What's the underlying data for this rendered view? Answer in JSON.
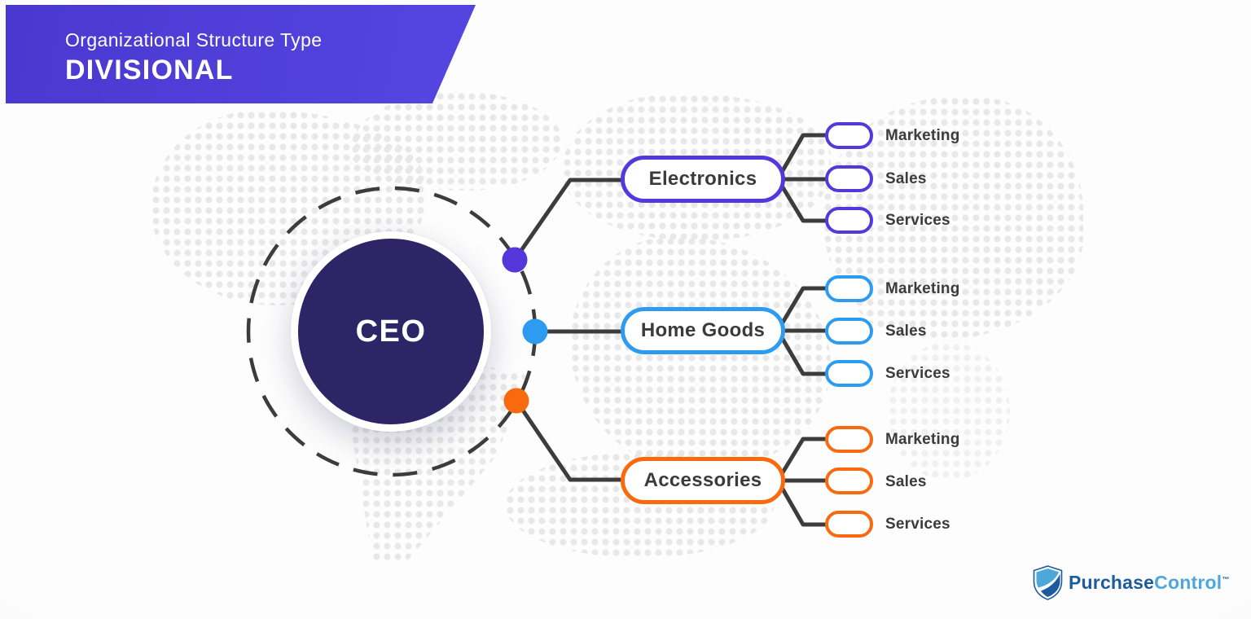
{
  "header": {
    "subtitle": "Organizational Structure Type",
    "title": "DIVISIONAL",
    "background_color": "#4E3BD8"
  },
  "center": {
    "label": "CEO",
    "fill_color": "#2D2566"
  },
  "divisions": [
    {
      "name": "Electronics",
      "color": "#5438DC",
      "departments": [
        "Marketing",
        "Sales",
        "Services"
      ]
    },
    {
      "name": "Home Goods",
      "color": "#2D9BF0",
      "departments": [
        "Marketing",
        "Sales",
        "Services"
      ]
    },
    {
      "name": "Accessories",
      "color": "#F96A0E",
      "departments": [
        "Marketing",
        "Sales",
        "Services"
      ]
    }
  ],
  "connector_color": "#3C3C3C",
  "logo": {
    "brand_first": "Purchase",
    "brand_second": "Control",
    "trademark": "™",
    "dark_color": "#1E5B9C",
    "light_color": "#4DA7DB"
  }
}
